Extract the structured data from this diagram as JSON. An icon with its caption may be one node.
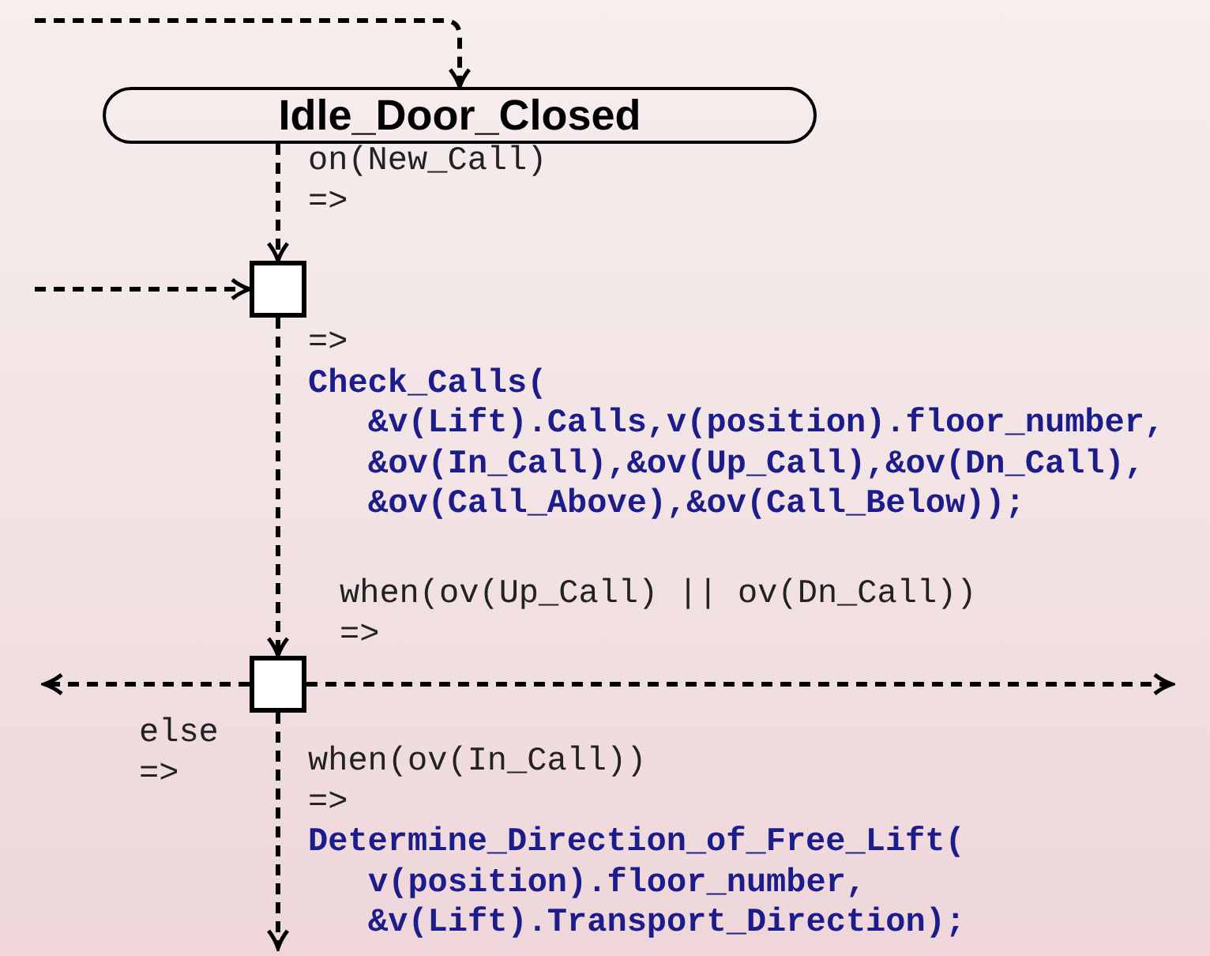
{
  "diagram": {
    "nodes": [
      {
        "text": [
          "Idle_Door_Closed"
        ]
      },
      {
        "text": [],
        "shape": "box"
      },
      {
        "text": [],
        "shape": "box"
      }
    ],
    "edges": [
      {
        "from": null,
        "to": 0,
        "arrow": "to",
        "style": "dashed"
      },
      {
        "from": 0,
        "to": 1,
        "arrow": "to",
        "style": "dashed",
        "label": "on(New_Call) =>"
      },
      {
        "from": null,
        "to": 1,
        "arrow": "to",
        "style": "dashed"
      },
      {
        "from": 1,
        "to": 2,
        "arrow": "to",
        "style": "dashed",
        "label": "=> **Check_Calls( &v(Lift).Calls,v(position).floor_number, &ov(In_Call),&ov(Up_Call),&ov(Dn_Call), &ov(Call_Above),&ov(Call_Below));**"
      },
      {
        "from": 2,
        "to": null,
        "arrow": "to",
        "style": "dashed",
        "label": "else =>"
      },
      {
        "from": 2,
        "to": null,
        "arrow": "to",
        "style": "dashed",
        "label": "when(ov(Up_Call) || ov(Dn_Call)) =>"
      },
      {
        "from": 2,
        "to": null,
        "arrow": "to",
        "style": "dashed",
        "label": "when(ov(In_Call)) => **Determine_Direction_of_Free_Lift( v(position).floor_number, &v(Lift).Transport_Direction);**"
      }
    ]
  }
}
